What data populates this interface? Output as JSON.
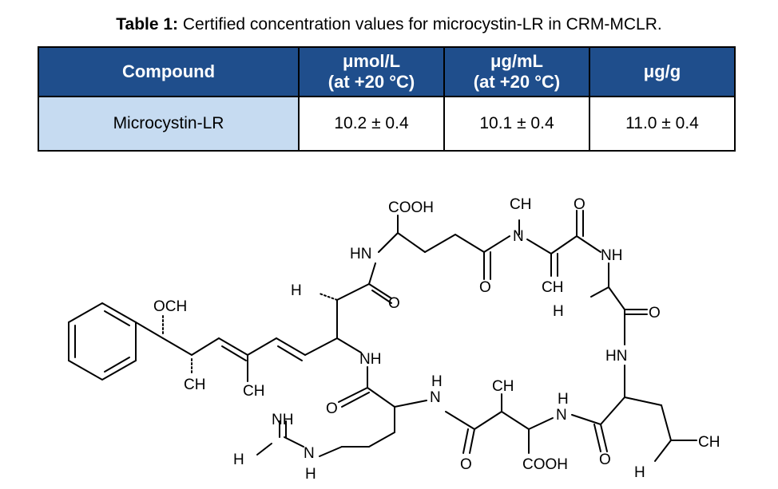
{
  "caption": {
    "label": "Table 1:",
    "text": "Certified concentration values for microcystin-LR in CRM-MCLR."
  },
  "table": {
    "headers": [
      {
        "line1": "Compound",
        "line2": ""
      },
      {
        "line1": "μmol/L",
        "line2": "(at +20 °C)"
      },
      {
        "line1": "μg/mL",
        "line2": "(at +20 °C)"
      },
      {
        "line1": "μg/g",
        "line2": ""
      }
    ],
    "rows": [
      [
        "Microcystin-LR",
        "10.2 ± 0.4",
        "10.1 ± 0.4",
        "11.0 ± 0.4"
      ]
    ]
  },
  "structure": {
    "labels": {
      "cooh_top": "COOH",
      "ch3_top": "CH",
      "o_top": "O",
      "n_methyl": "N",
      "hn_top": "HN",
      "nh_top_right": "NH",
      "h3c_left": "H",
      "o_left_ring": "O",
      "o_mid": "O",
      "ch2": "CH",
      "h3c_right": "H",
      "o_right": "O",
      "och3": "OCH",
      "nh_mid": "NH",
      "hn_right": "HN",
      "ch3_chain1": "CH",
      "ch3_chain2": "CH",
      "n_h_bottom": "N",
      "h_bottom": "H",
      "ch3_bottom": "CH",
      "n_h_bottom2": "N",
      "h_bottom2": "H",
      "o_bottom_left": "O",
      "nh_guan": "NH",
      "h2n": "H",
      "n_guan": "N",
      "h_guan": "H",
      "o_bottom": "O",
      "cooh_bottom": "COOH",
      "o_bottom_right": "O",
      "ch3_leu": "CH",
      "h3c_leu": "H"
    }
  }
}
